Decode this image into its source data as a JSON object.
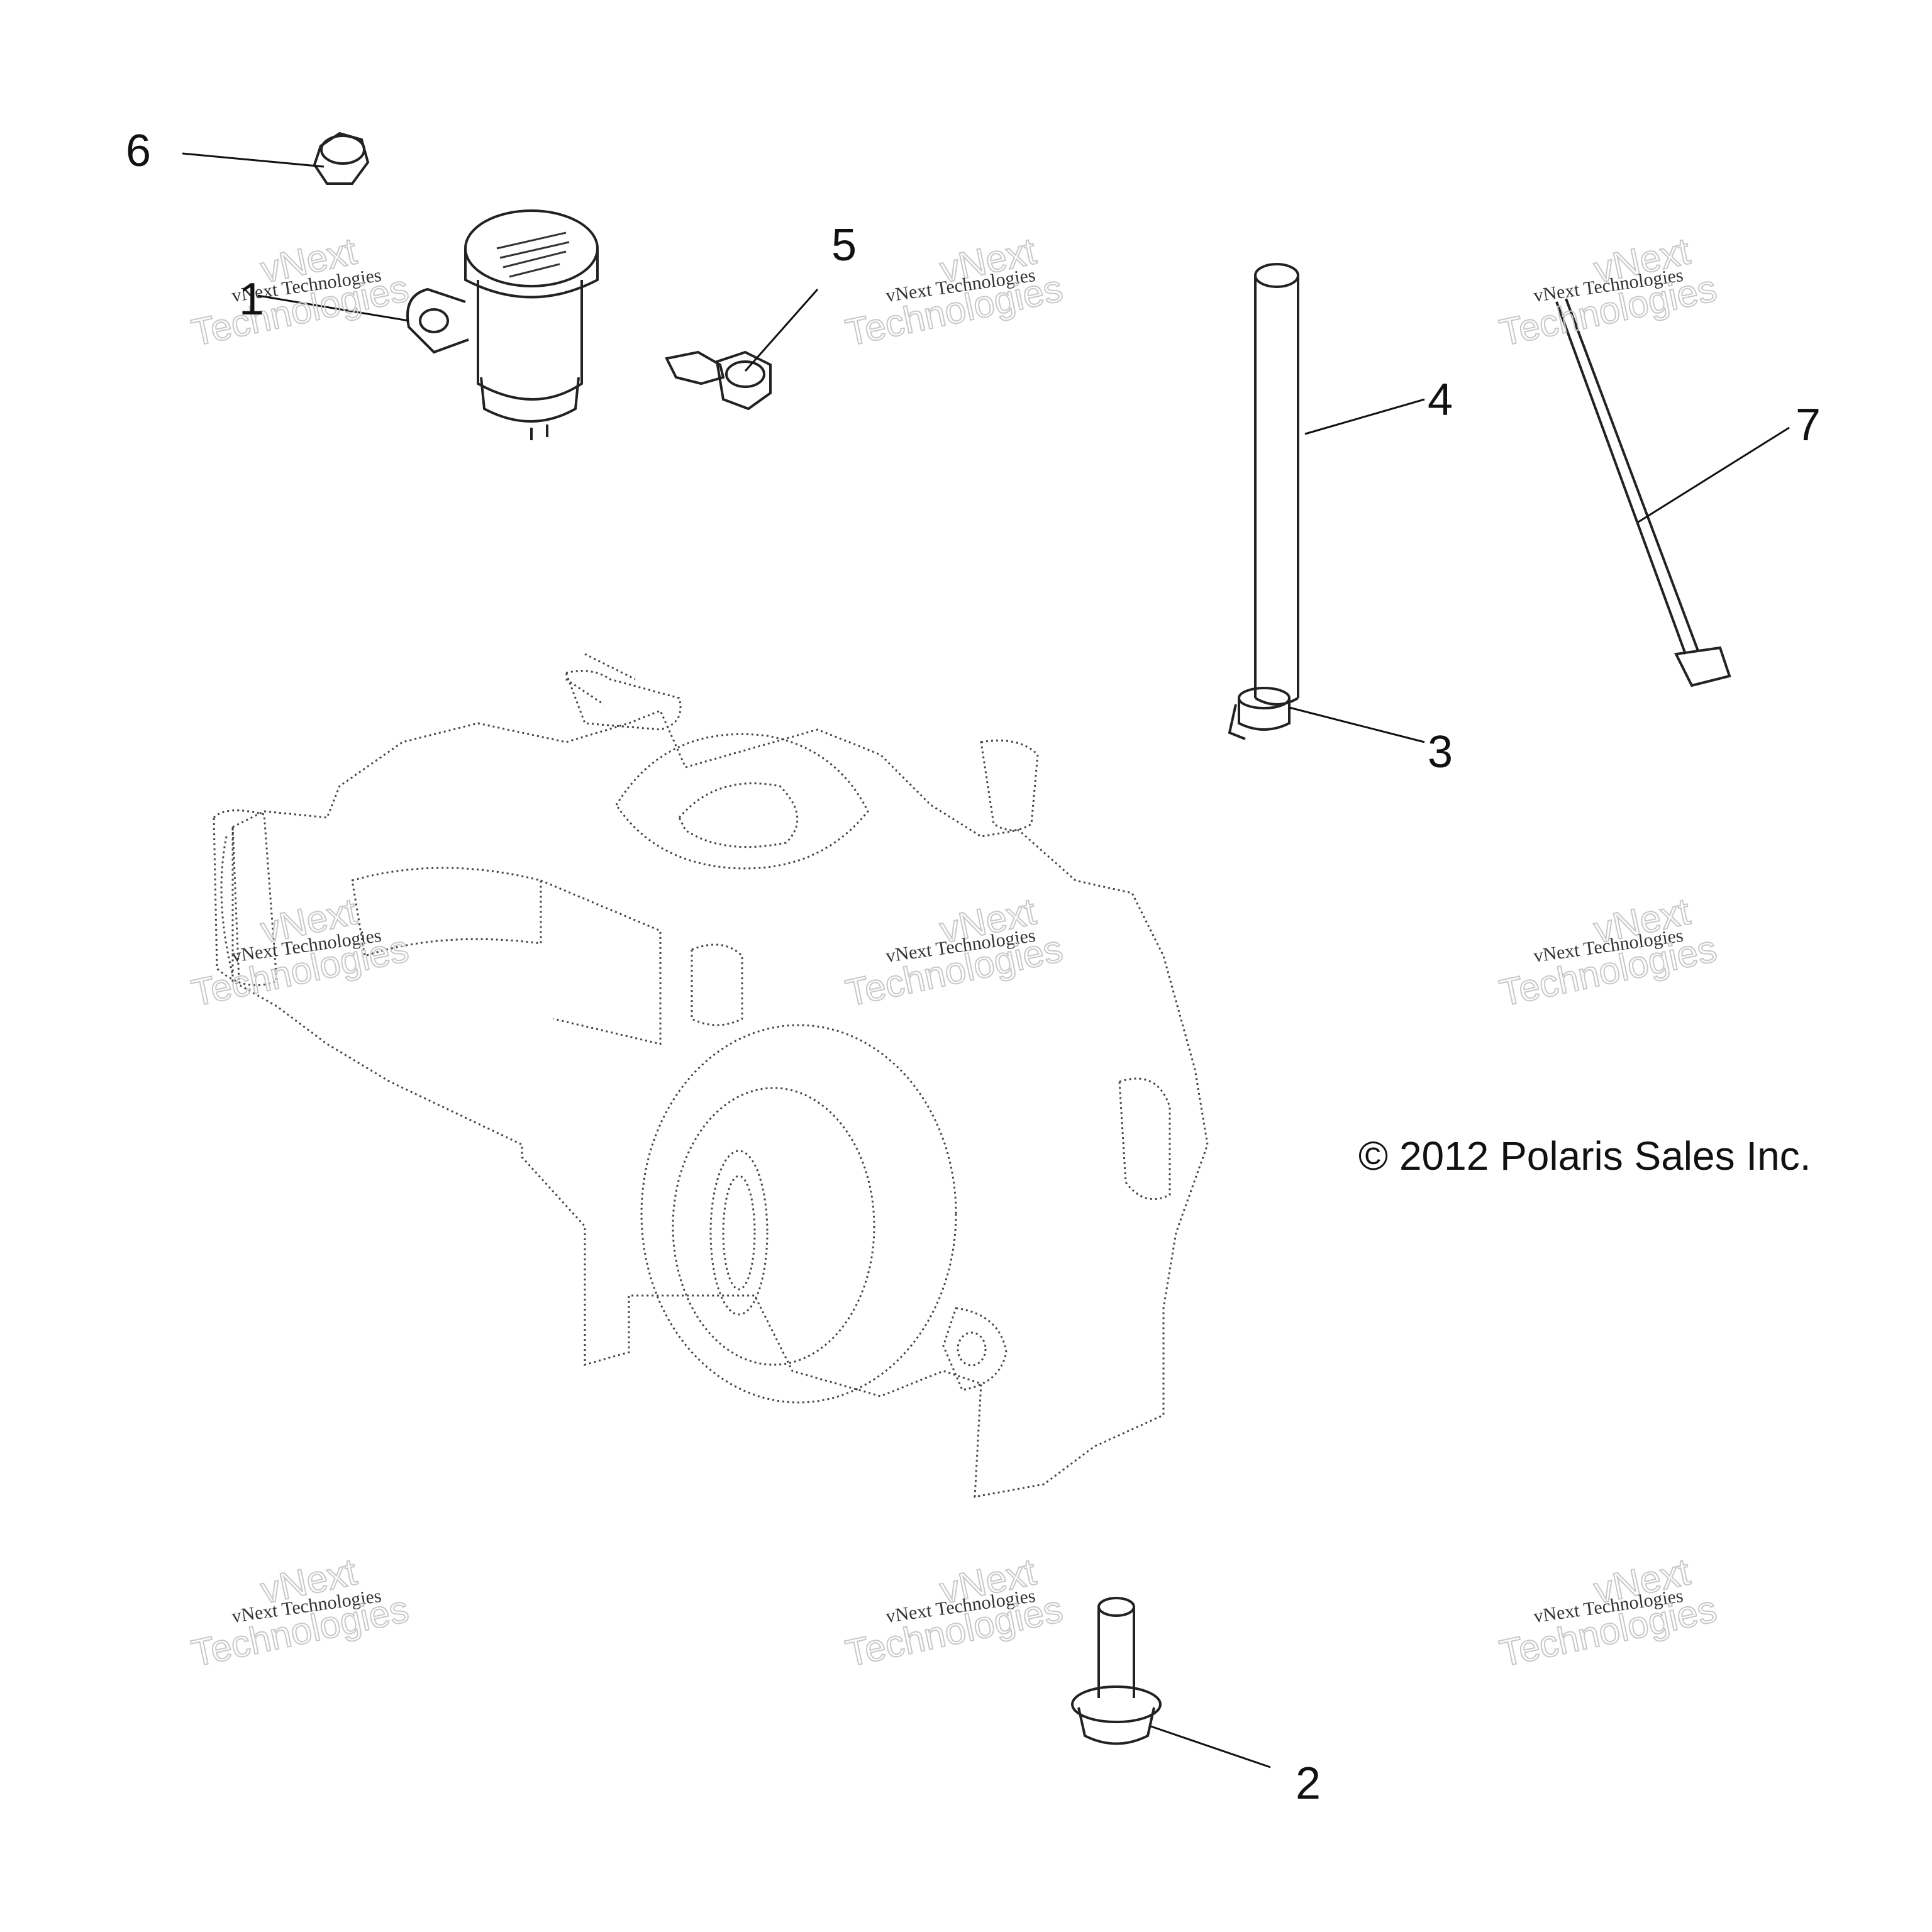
{
  "callouts": [
    {
      "id": "1",
      "label": "1"
    },
    {
      "id": "2",
      "label": "2"
    },
    {
      "id": "3",
      "label": "3"
    },
    {
      "id": "4",
      "label": "4"
    },
    {
      "id": "5",
      "label": "5"
    },
    {
      "id": "6",
      "label": "6"
    },
    {
      "id": "7",
      "label": "7"
    }
  ],
  "watermark": {
    "line1": "vNext Technologies",
    "line2": "vNext",
    "line3": "Technologies"
  },
  "copyright": "© 2012 Polaris Sales Inc."
}
